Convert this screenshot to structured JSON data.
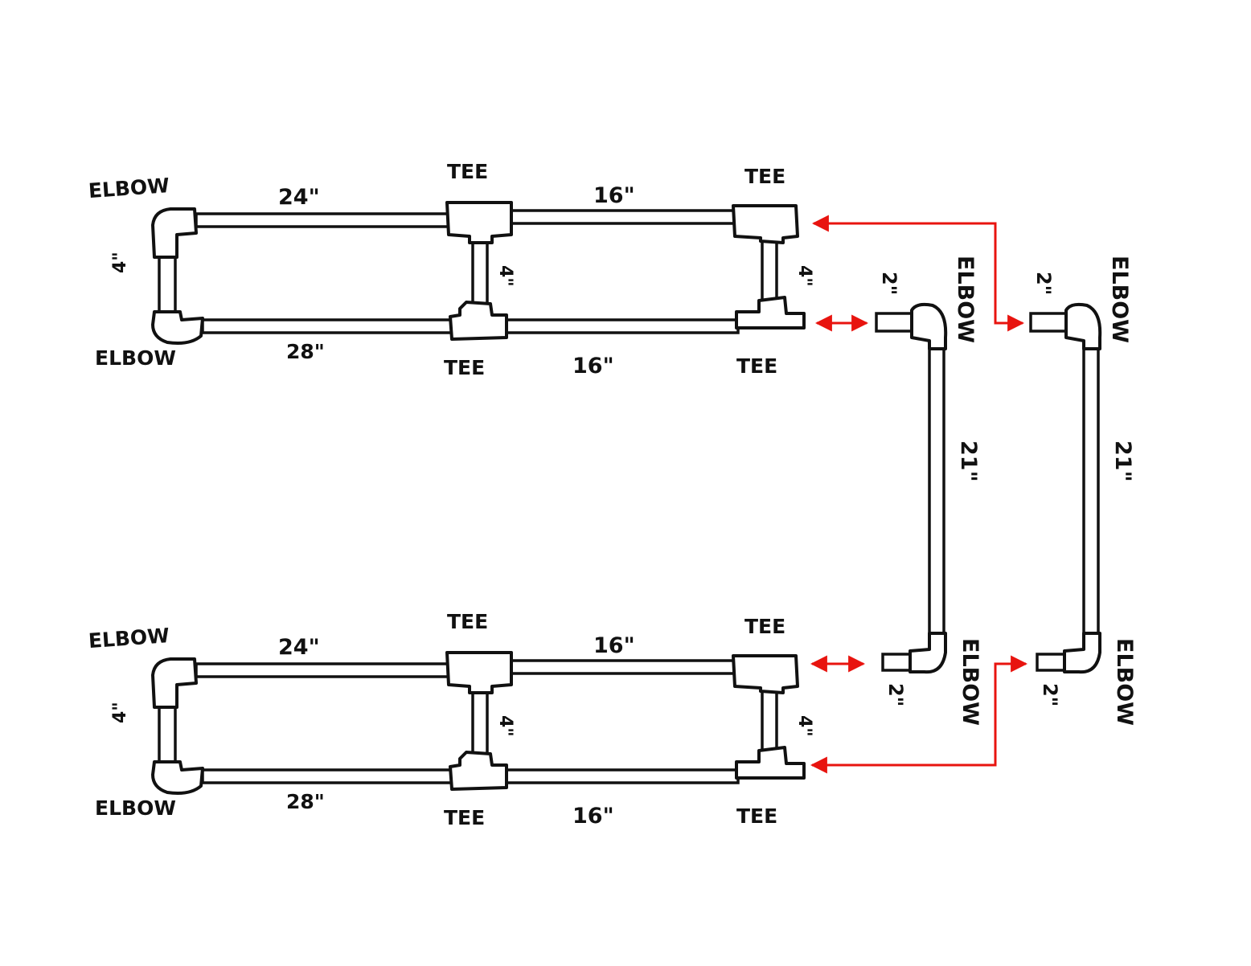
{
  "colors": {
    "ink": "#111111",
    "connector": "#e8140f",
    "background": "#ffffff"
  },
  "frames": [
    {
      "labels": {
        "elbow_top": "ELBOW",
        "elbow_bottom": "ELBOW",
        "tee_top_mid": "TEE",
        "tee_top_right": "TEE",
        "tee_bottom_mid": "TEE",
        "tee_bottom_right": "TEE",
        "top_left_len": "24\"",
        "top_right_len": "16\"",
        "bottom_left_len": "28\"",
        "bottom_right_len": "16\"",
        "left_post": "4\"",
        "mid_post": "4\"",
        "right_post": "4\""
      }
    },
    {
      "labels": {
        "elbow_top": "ELBOW",
        "elbow_bottom": "ELBOW",
        "tee_top_mid": "TEE",
        "tee_top_right": "TEE",
        "tee_bottom_mid": "TEE",
        "tee_bottom_right": "TEE",
        "top_left_len": "24\"",
        "top_right_len": "16\"",
        "bottom_left_len": "28\"",
        "bottom_right_len": "16\"",
        "left_post": "4\"",
        "mid_post": "4\"",
        "right_post": "4\""
      }
    }
  ],
  "connectors": [
    {
      "labels": {
        "top_elbow": "ELBOW",
        "bottom_elbow": "ELBOW",
        "top_stub": "2\"",
        "bottom_stub": "2\"",
        "riser": "21\""
      }
    },
    {
      "labels": {
        "top_elbow": "ELBOW",
        "bottom_elbow": "ELBOW",
        "top_stub": "2\"",
        "bottom_stub": "2\"",
        "riser": "21\""
      }
    }
  ]
}
